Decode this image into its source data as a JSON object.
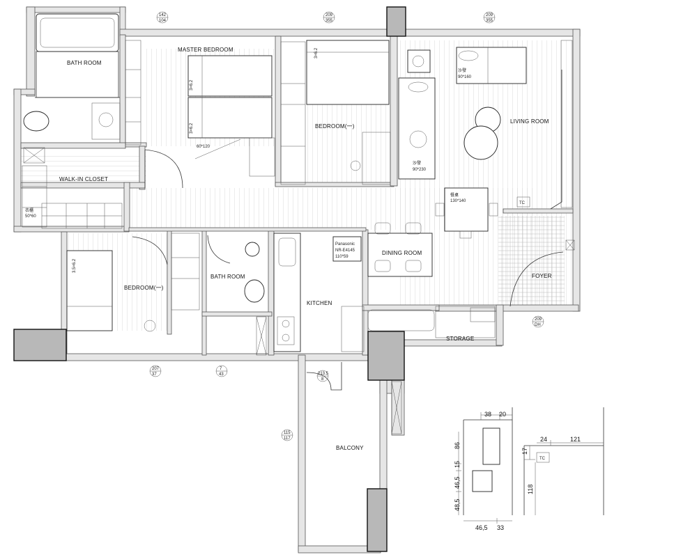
{
  "rooms": {
    "bath_top": "BATH ROOM",
    "master_bedroom": "MASTER BEDROOM",
    "bedroom_one": "BEDROOM(一)",
    "living_room": "LIVING ROOM",
    "walk_in_closet": "WALK-IN CLOSET",
    "dining_room": "DINING ROOM",
    "bedroom_lower": "BEDROOM(一)",
    "bath_lower": "BATH ROOM",
    "kitchen": "KITCHEN",
    "foyer": "FOYER",
    "storage": "STORAGE",
    "balcony": "BALCONY"
  },
  "furniture": {
    "bed_master_1": "3×6.2",
    "bed_master_2": "3×6.2",
    "bed_size_master": "60*120",
    "bed_bedroom1": "3×6.2",
    "sofa_small": "沙發",
    "sofa_small_size": "90*160",
    "sofa_long": "沙發",
    "sofa_long_size": "90*230",
    "dining_table": "餐桌",
    "dining_table_size": "130*140",
    "fridge_brand": "Panasonic",
    "fridge_model": "NR-E4145",
    "fridge_size": "110*59",
    "wardrobe": "衣櫃",
    "wardrobe_size": "50*60",
    "bed_lower": "3.5×6.2",
    "tc_box": "TC"
  },
  "marks": [
    {
      "top": "142",
      "bottom": "104"
    },
    {
      "top": "209",
      "bottom": "355"
    },
    {
      "top": "209",
      "bottom": "355"
    },
    {
      "top": "209",
      "bottom": "DH"
    },
    {
      "top": "207",
      "bottom": "37"
    },
    {
      "top": "7",
      "bottom": "43"
    },
    {
      "top": "115",
      "bottom": "117"
    },
    {
      "top": "213.5",
      "bottom": "8"
    }
  ],
  "detail_a": {
    "top_1": "38",
    "top_2": "20",
    "left_1": "86",
    "left_2": "15",
    "left_3": "46,5",
    "left_4": "48,5",
    "bottom_1": "46,5",
    "bottom_2": "33"
  },
  "detail_b": {
    "left": "17",
    "top_1": "24",
    "top_2": "121",
    "tc": "TC",
    "side": "118"
  },
  "colors": {
    "wall": "#e6e6e6",
    "column": "#b8b8b8",
    "line": "#333333"
  }
}
